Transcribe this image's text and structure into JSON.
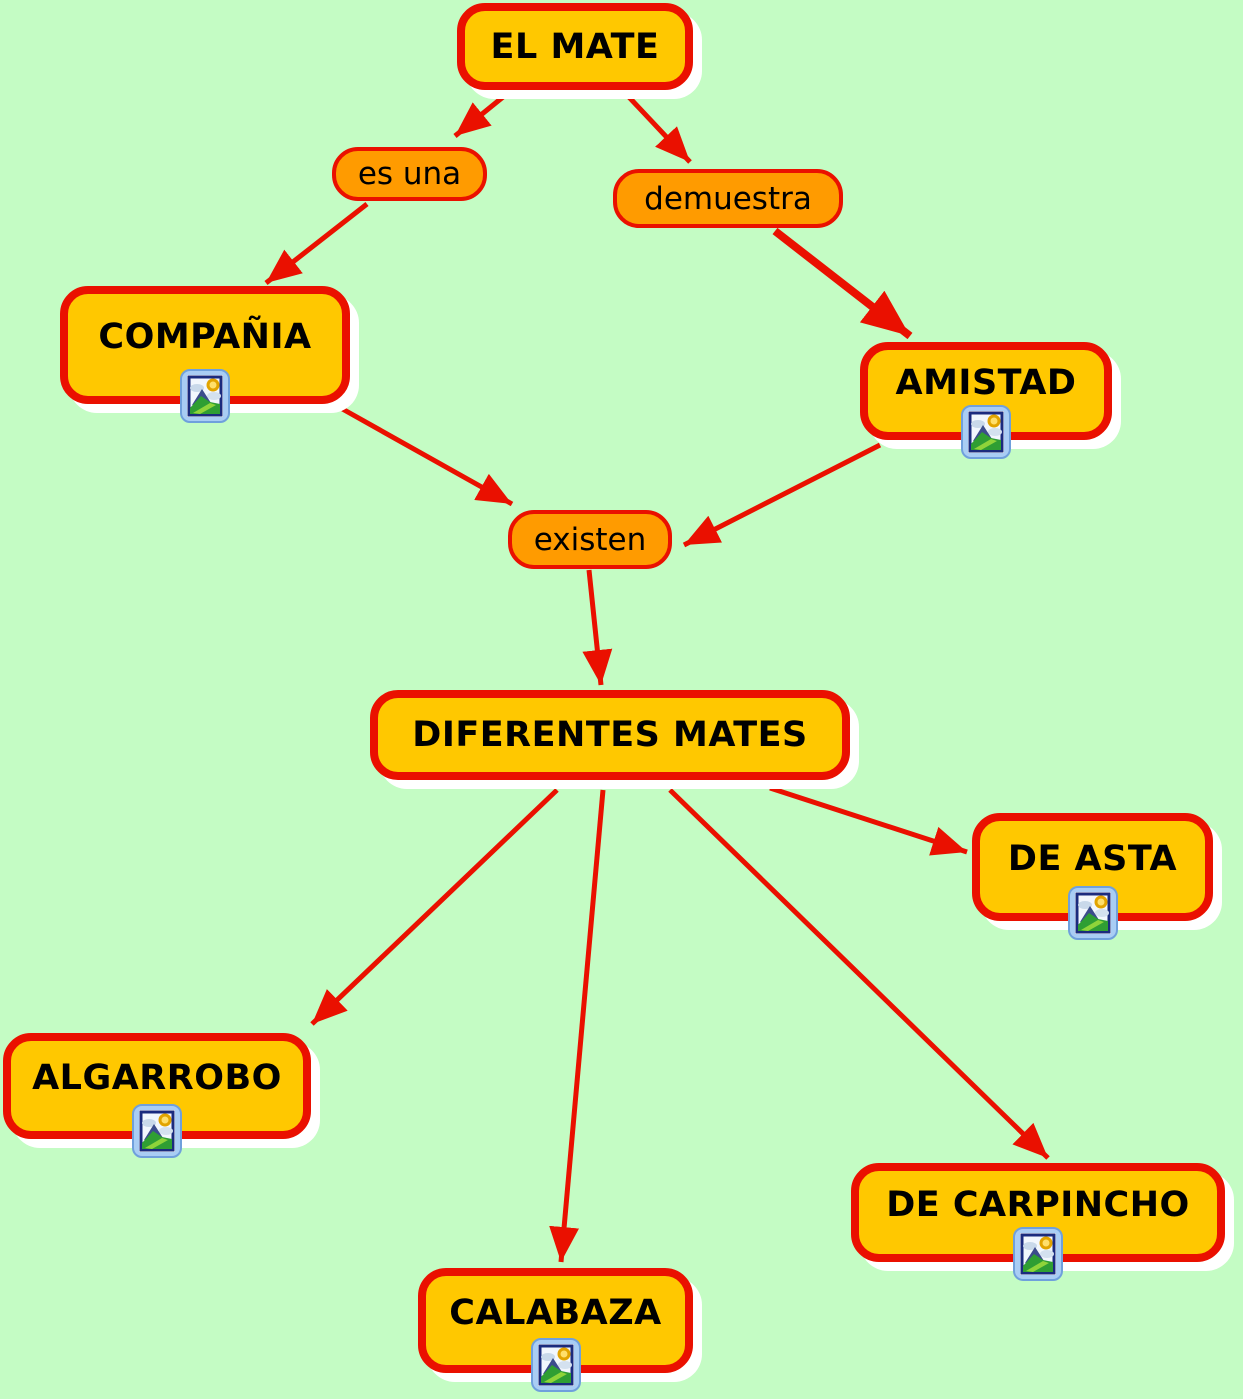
{
  "nodes": {
    "el_mate": {
      "label": "EL MATE",
      "has_resource_icon": false
    },
    "compania": {
      "label": "COMPAÑIA",
      "has_resource_icon": true
    },
    "amistad": {
      "label": "AMISTAD",
      "has_resource_icon": true
    },
    "diferentes_mates": {
      "label": "DIFERENTES MATES",
      "has_resource_icon": false
    },
    "de_asta": {
      "label": "DE ASTA",
      "has_resource_icon": true
    },
    "algarrobo": {
      "label": "ALGARROBO",
      "has_resource_icon": true
    },
    "de_carpincho": {
      "label": "DE CARPINCHO",
      "has_resource_icon": true
    },
    "calabaza": {
      "label": "CALABAZA",
      "has_resource_icon": true
    }
  },
  "links": {
    "es_una": {
      "label": "es una"
    },
    "demuestra": {
      "label": "demuestra"
    },
    "existen": {
      "label": "existen"
    }
  },
  "edges": [
    {
      "from": "EL MATE",
      "to": "es una"
    },
    {
      "from": "EL MATE",
      "to": "demuestra"
    },
    {
      "from": "es una",
      "to": "COMPAÑIA"
    },
    {
      "from": "demuestra",
      "to": "AMISTAD"
    },
    {
      "from": "COMPAÑIA",
      "to": "existen"
    },
    {
      "from": "AMISTAD",
      "to": "existen"
    },
    {
      "from": "existen",
      "to": "DIFERENTES MATES"
    },
    {
      "from": "DIFERENTES MATES",
      "to": "DE ASTA"
    },
    {
      "from": "DIFERENTES MATES",
      "to": "ALGARROBO"
    },
    {
      "from": "DIFERENTES MATES",
      "to": "CALABAZA"
    },
    {
      "from": "DIFERENTES MATES",
      "to": "DE CARPINCHO"
    }
  ],
  "colors": {
    "background": "#c4fcc4",
    "concept_fill": "#ffc800",
    "linking_phrase_fill": "#ff9b00",
    "border_and_arrows": "#ea1000",
    "text": "#000000",
    "shadow": "#ffffff"
  },
  "icons": {
    "resource_icon": "image-landscape-icon"
  }
}
